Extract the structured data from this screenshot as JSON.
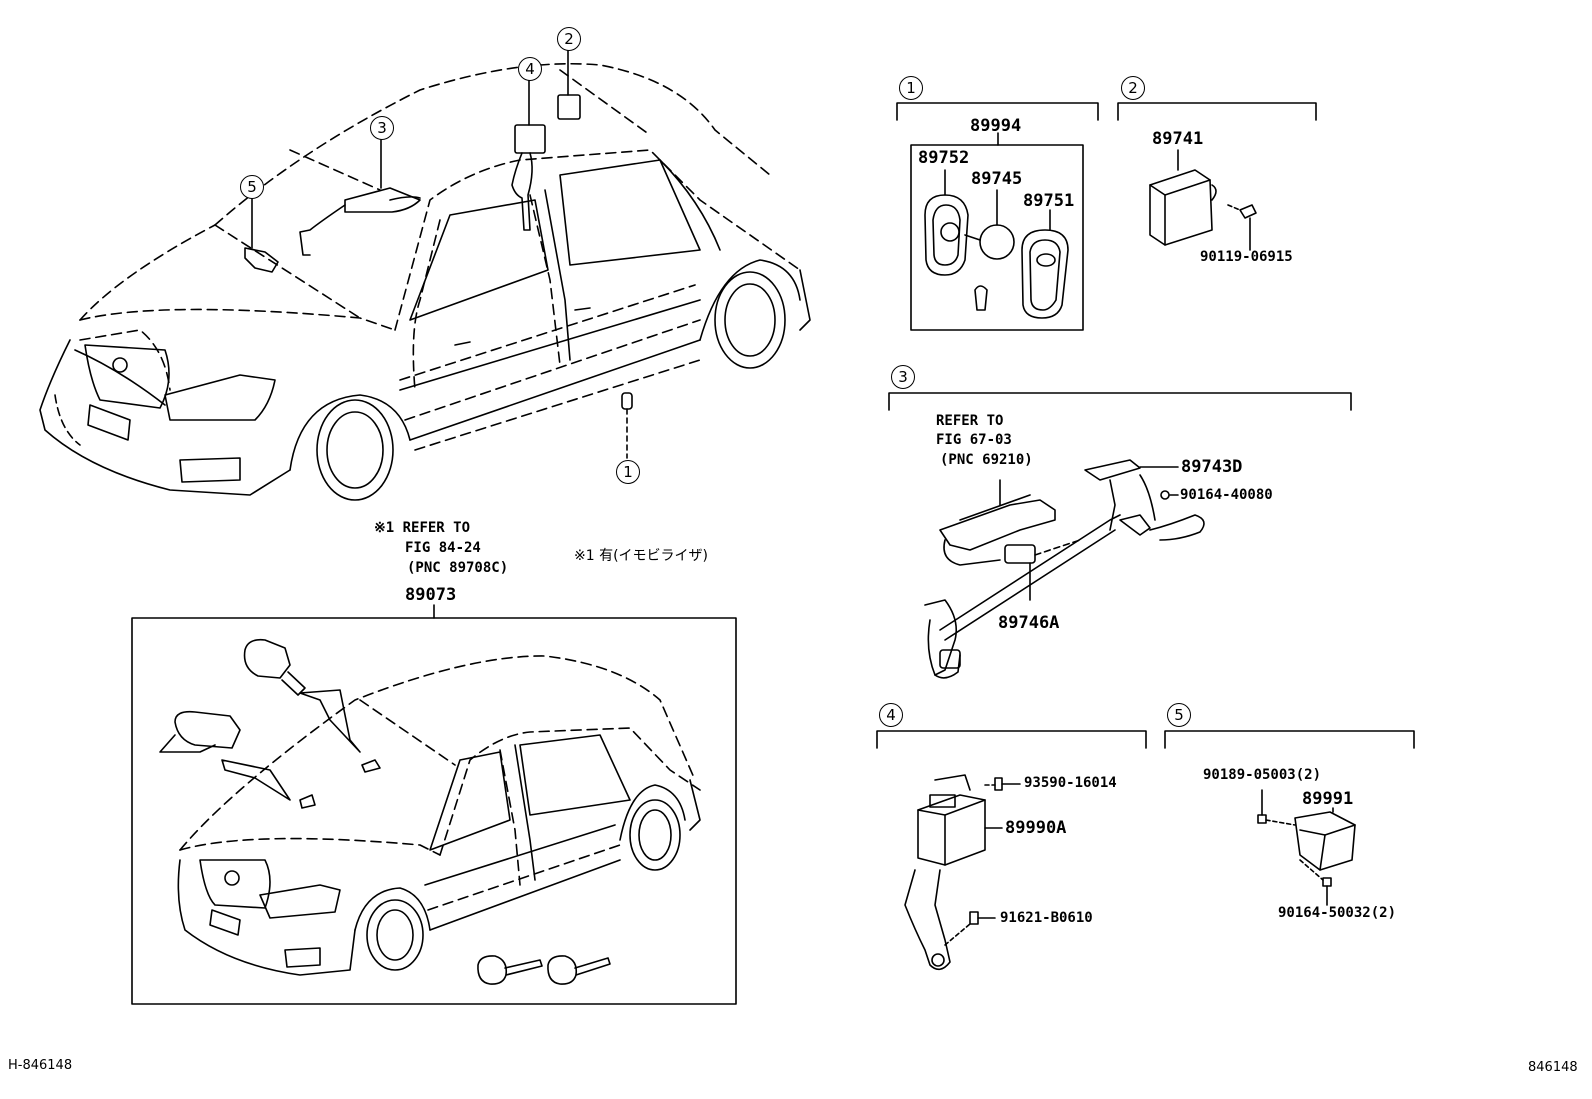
{
  "callouts": {
    "c1": "1",
    "c2": "2",
    "c3": "3",
    "c4": "4",
    "c5": "5"
  },
  "groups": {
    "g1": {
      "label": "1",
      "assy": "89994",
      "parts": [
        "89752",
        "89745",
        "89751"
      ]
    },
    "g2": {
      "label": "2",
      "parts": [
        "89741",
        "90119-06915"
      ]
    },
    "g3": {
      "label": "3",
      "refer": [
        "REFER TO",
        "FIG 67-03",
        "(PNC 69210)"
      ],
      "parts": [
        "89743D",
        "90164-40080",
        "89746A"
      ]
    },
    "g4": {
      "label": "4",
      "parts": [
        "93590-16014",
        "89990A",
        "91621-B0610"
      ]
    },
    "g5": {
      "label": "5",
      "parts": [
        "90189-05003(2)",
        "89991",
        "90164-50032(2)"
      ]
    }
  },
  "lower": {
    "refer": [
      "※1 REFER TO",
      "FIG 84-24",
      "(PNC 89708C)"
    ],
    "assy": "89073",
    "note": "※1 有(イモビライザ)"
  },
  "footer": {
    "left": "H-846148",
    "right": "846148"
  }
}
